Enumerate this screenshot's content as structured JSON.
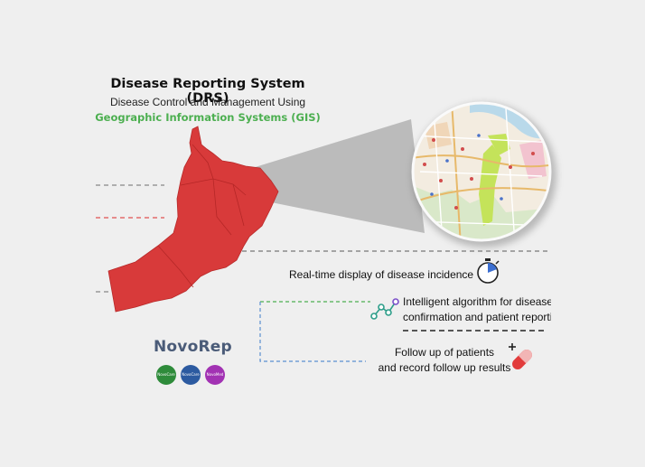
{
  "header": {
    "title": "Disease Reporting System (DRS)",
    "subtitle": "Disease Control and Management Using",
    "subtitle_highlight": "Geographic Information Systems (GIS)"
  },
  "features": [
    {
      "line1": "Real-time display of disease incidence",
      "icon": "stopwatch-icon"
    },
    {
      "line1": "Intelligent algorithm for disease",
      "line2": "confirmation and patient reporting",
      "icon": "algorithm-nodes-icon"
    },
    {
      "line1": "Follow up of patients",
      "line2": "and record follow up results",
      "icon": "pill-plus-icon"
    }
  ],
  "brand": {
    "name": "NovoRep",
    "badges": [
      "NovoCare",
      "NovoCare",
      "NovoMed"
    ]
  },
  "colors": {
    "map_fill": "#d83a3a",
    "highlight_green": "#4caf50",
    "text_dark": "#111111",
    "dash_blue": "#5a8fd0",
    "dash_green": "#4caf50"
  }
}
